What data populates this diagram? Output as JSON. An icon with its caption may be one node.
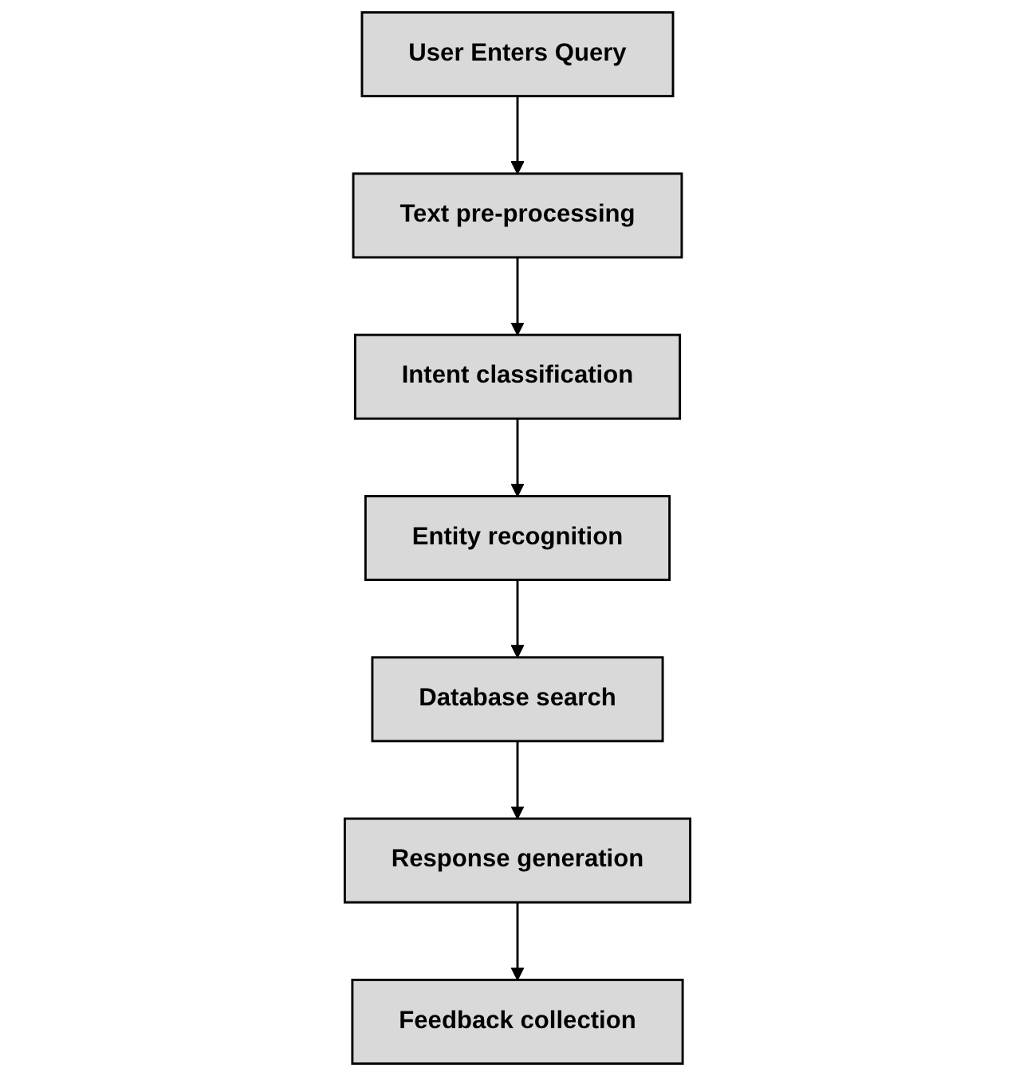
{
  "diagram": {
    "nodes": [
      {
        "text": [
          "User Enters Query"
        ]
      },
      {
        "text": [
          "Text pre-processing"
        ]
      },
      {
        "text": [
          "Entity recognition"
        ]
      },
      {
        "text": [
          "Intent classification"
        ]
      },
      {
        "text": [
          "Database search"
        ]
      },
      {
        "text": [
          "Response generation"
        ]
      },
      {
        "text": [
          "Feedback collection"
        ]
      }
    ],
    "edges": [
      {
        "from": 0,
        "to": 1,
        "arrow": "to"
      },
      {
        "from": 1,
        "to": 3,
        "arrow": "to"
      },
      {
        "from": 3,
        "to": 2,
        "arrow": "to"
      },
      {
        "from": 2,
        "to": 4,
        "arrow": "to"
      },
      {
        "from": 4,
        "to": 5,
        "arrow": "to"
      },
      {
        "from": 5,
        "to": 6,
        "arrow": "to"
      }
    ]
  }
}
